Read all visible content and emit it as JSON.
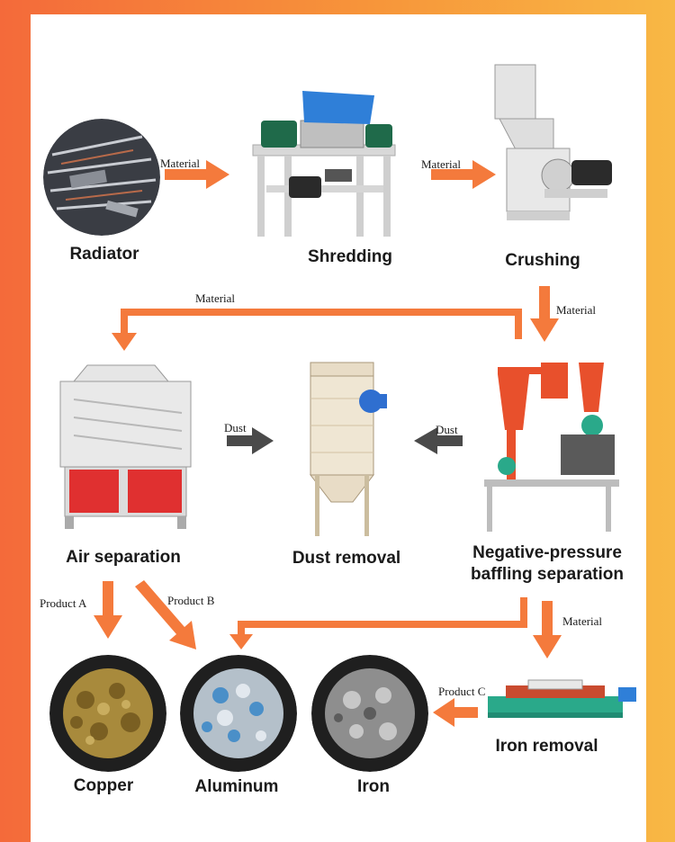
{
  "stages": {
    "radiator": "Radiator",
    "shredding": "Shredding",
    "crushing": "Crushing",
    "air_separation": "Air separation",
    "dust_removal": "Dust removal",
    "negative_pressure_line1": "Negative-pressure",
    "negative_pressure_line2": "baffling separation",
    "iron_removal": "Iron removal",
    "copper": "Copper",
    "aluminum": "Aluminum",
    "iron": "Iron"
  },
  "flows": {
    "material_1": "Material",
    "material_2": "Material",
    "material_3": "Material",
    "material_4": "Material",
    "material_5": "Material",
    "dust_left": "Dust",
    "dust_right": "Dust",
    "product_a": "Product A",
    "product_b": "Product B",
    "product_c": "Product C"
  },
  "colors": {
    "arrow_orange": "#f47a3c",
    "arrow_gray": "#4a4a4a",
    "machine_red": "#e8502c",
    "machine_blue": "#2f7fd8",
    "copper_tone": "#a88a3c",
    "aluminum_tone": "#9fb6c8",
    "iron_tone": "#8e8e8e"
  }
}
